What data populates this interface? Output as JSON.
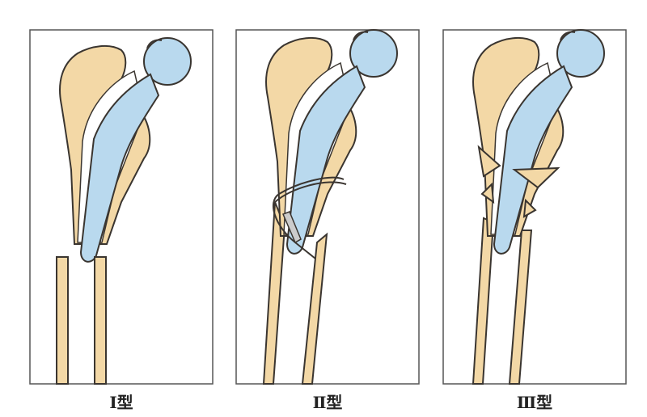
{
  "colors": {
    "bone": "#f3d8a6",
    "stem": "#b9d9ee",
    "outline": "#3a3530",
    "frame": "#555555"
  },
  "panels": [
    {
      "label": "Ⅰ型"
    },
    {
      "label": "Ⅱ型"
    },
    {
      "label": "Ⅲ型"
    }
  ]
}
